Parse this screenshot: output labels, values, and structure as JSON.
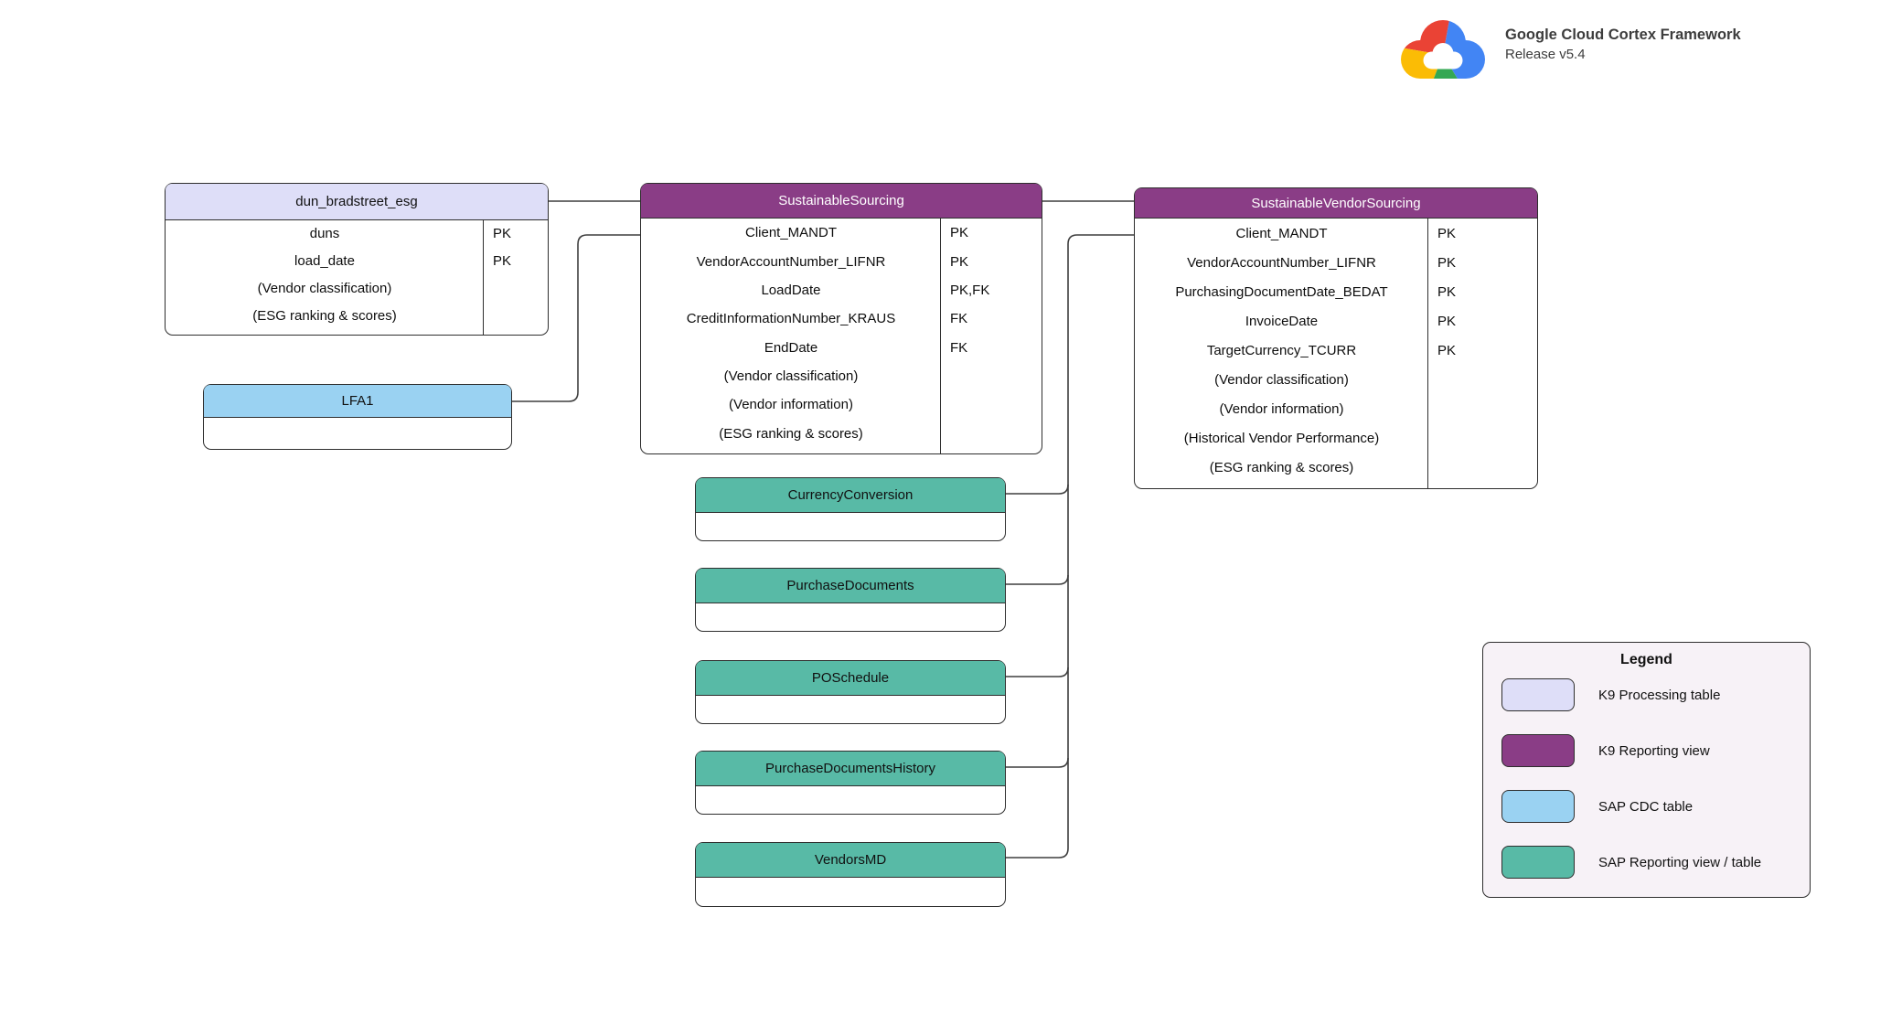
{
  "brand": {
    "logo": "google-cloud-logo",
    "title": "Google Cloud Cortex Framework",
    "subtitle": "Release v5.4"
  },
  "colors": {
    "k9_processing_table": "#DEDEF8",
    "k9_reporting_view": "#8A3D86",
    "sap_cdc_table": "#9AD2F2",
    "sap_reporting_view_table": "#58BAA6",
    "table_border": "#2e2e2e",
    "connector": "#3f3f3f",
    "legend_background": "#F7F2F7"
  },
  "tables": [
    {
      "title": "dun_bradstreet_esg",
      "type": "K9 Processing table",
      "rows": [
        {
          "name": "duns",
          "key": "PK"
        },
        {
          "name": "load_date",
          "key": "PK"
        },
        {
          "name": "(Vendor classification)",
          "key": ""
        },
        {
          "name": "(ESG ranking & scores)",
          "key": ""
        }
      ]
    },
    {
      "title": "LFA1",
      "type": "SAP CDC table",
      "rows": []
    },
    {
      "title": "SustainableSourcing",
      "type": "K9 Reporting view",
      "rows": [
        {
          "name": "Client_MANDT",
          "key": "PK"
        },
        {
          "name": "VendorAccountNumber_LIFNR",
          "key": "PK"
        },
        {
          "name": "LoadDate",
          "key": "PK,FK"
        },
        {
          "name": "CreditInformationNumber_KRAUS",
          "key": "FK"
        },
        {
          "name": "EndDate",
          "key": "FK"
        },
        {
          "name": "(Vendor classification)",
          "key": ""
        },
        {
          "name": "(Vendor information)",
          "key": ""
        },
        {
          "name": "(ESG ranking & scores)",
          "key": ""
        }
      ]
    },
    {
      "title": "SustainableVendorSourcing",
      "type": "K9 Reporting view",
      "rows": [
        {
          "name": "Client_MANDT",
          "key": "PK"
        },
        {
          "name": "VendorAccountNumber_LIFNR",
          "key": "PK"
        },
        {
          "name": "PurchasingDocumentDate_BEDAT",
          "key": "PK"
        },
        {
          "name": "InvoiceDate",
          "key": "PK"
        },
        {
          "name": "TargetCurrency_TCURR",
          "key": "PK"
        },
        {
          "name": "(Vendor classification)",
          "key": ""
        },
        {
          "name": "(Vendor information)",
          "key": ""
        },
        {
          "name": "(Historical Vendor Performance)",
          "key": ""
        },
        {
          "name": "(ESG ranking & scores)",
          "key": ""
        }
      ]
    },
    {
      "title": "CurrencyConversion",
      "type": "SAP Reporting view / table",
      "rows": []
    },
    {
      "title": "PurchaseDocuments",
      "type": "SAP Reporting view / table",
      "rows": []
    },
    {
      "title": "POSchedule",
      "type": "SAP Reporting view / table",
      "rows": []
    },
    {
      "title": "PurchaseDocumentsHistory",
      "type": "SAP Reporting view / table",
      "rows": []
    },
    {
      "title": "VendorsMD",
      "type": "SAP Reporting view / table",
      "rows": []
    }
  ],
  "legend": {
    "title": "Legend",
    "items": [
      {
        "label": "K9 Processing table",
        "color": "#DEDEF8"
      },
      {
        "label": "K9 Reporting view",
        "color": "#8A3D86"
      },
      {
        "label": "SAP CDC table",
        "color": "#9AD2F2"
      },
      {
        "label": "SAP Reporting view / table",
        "color": "#58BAA6"
      }
    ]
  }
}
